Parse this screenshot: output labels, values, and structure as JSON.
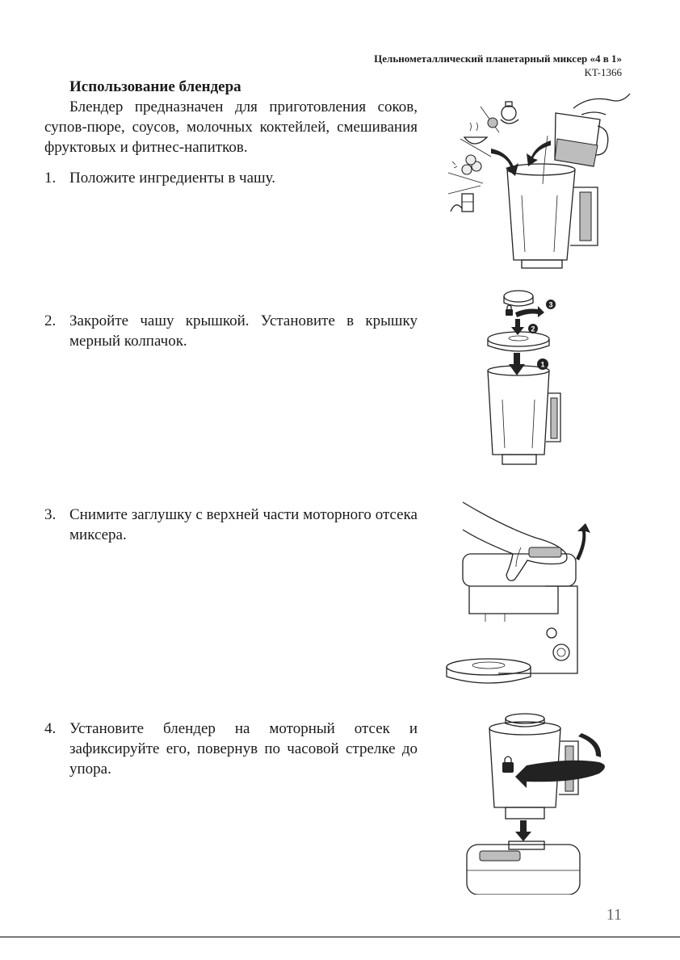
{
  "header": {
    "title": "Цельнометаллический планетарный миксер «4 в 1»",
    "model": "KT-1366"
  },
  "section": {
    "title": "Использование блендера",
    "intro": "Блендер предназначен для приготовления соков, супов-пюре, соусов, молочных коктейлей, смешивания фруктовых и фитнес-напитков."
  },
  "steps": [
    {
      "num": "1.",
      "text": "Положите ингредиенты в чашу."
    },
    {
      "num": "2.",
      "text": "Закройте чашу крышкой. Установите в крышку мерный колпачок."
    },
    {
      "num": "3.",
      "text": "Снимите заглушку с верхней части моторного отсека миксера."
    },
    {
      "num": "4.",
      "text": "Установите блендер на моторный отсек и зафиксируйте его, повернув по часовой стрелке до упора."
    }
  ],
  "figure2_badges": [
    "1",
    "2",
    "3"
  ],
  "page_number": "11"
}
